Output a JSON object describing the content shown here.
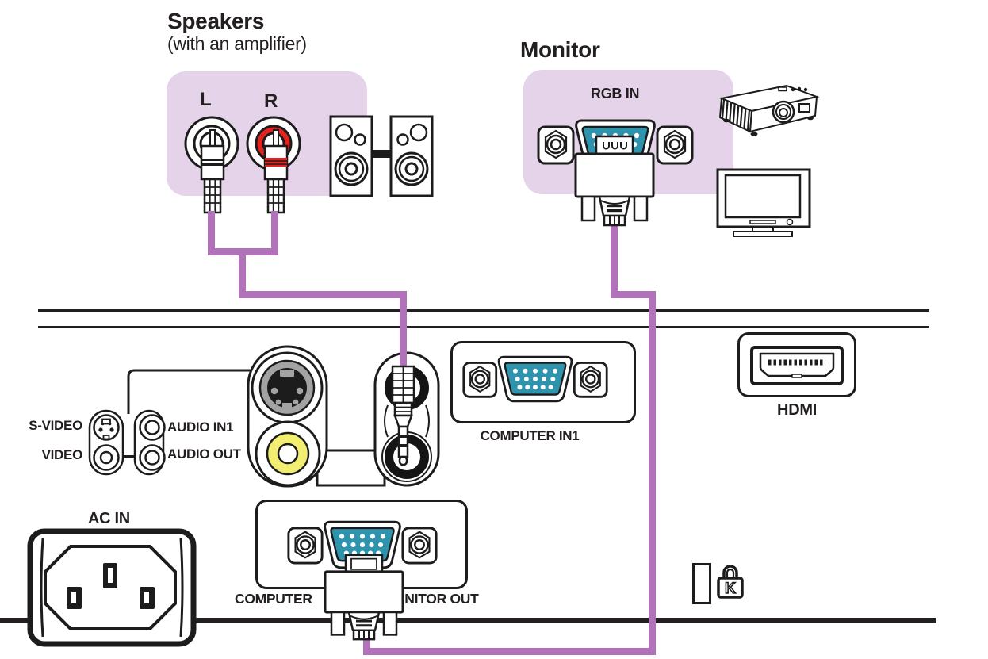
{
  "speakers": {
    "title": "Speakers",
    "subtitle": "(with an amplifier)",
    "left_channel": "L",
    "right_channel": "R"
  },
  "monitor": {
    "title": "Monitor",
    "port_label": "RGB IN"
  },
  "rear_panel": {
    "s_video_label": "S-VIDEO",
    "video_label": "VIDEO",
    "audio_in1_label": "AUDIO IN1",
    "audio_out_label": "AUDIO OUT",
    "computer_in1_label": "COMPUTER IN1",
    "hdmi_label": "HDMI",
    "monitor_out_label_left": "COMPUTER",
    "monitor_out_label_right": "ONITOR OUT",
    "ac_in_label": "AC IN",
    "kensington_letter": "K"
  },
  "colors": {
    "panel_pink": "#e5d4e9",
    "cable_purple": "#b272ba",
    "vga_blue": "#2f93ad",
    "rca_red": "#e42320",
    "video_yellow": "#f2ee71",
    "svideo_grey": "#a3a3a3",
    "ink": "#231f20"
  }
}
